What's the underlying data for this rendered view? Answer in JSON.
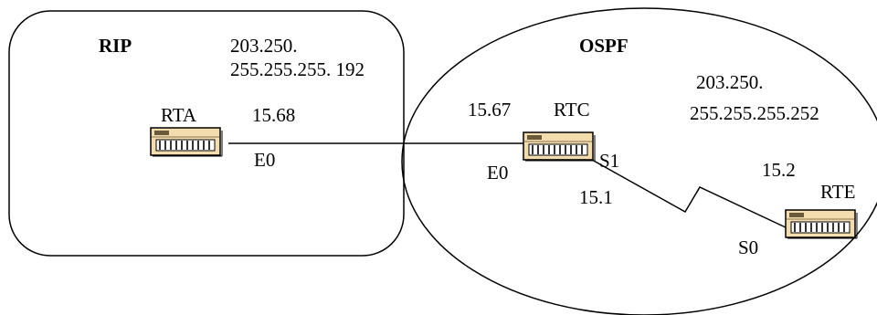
{
  "rip_area": {
    "protocol": "RIP",
    "network_line1": "203.250.",
    "network_line2": "255.255.255. 192"
  },
  "ospf_area": {
    "protocol": "OSPF",
    "network_line1": "203.250.",
    "network_line2": "255.255.255.252"
  },
  "routers": {
    "rta": {
      "name": "RTA",
      "ip": "15.68",
      "interface": "E0"
    },
    "rtc": {
      "name": "RTC",
      "ip": "15.67",
      "e0_interface": "E0",
      "s1_interface": "S1",
      "s1_ip": "15.1"
    },
    "rte": {
      "name": "RTE",
      "ip": "15.2",
      "interface": "S0"
    }
  },
  "colors": {
    "line": "#000000",
    "router_body": "#f3dcae",
    "router_dark": "#6b5a3a",
    "background": "#ffffff"
  },
  "icons": [
    "router-icon"
  ]
}
